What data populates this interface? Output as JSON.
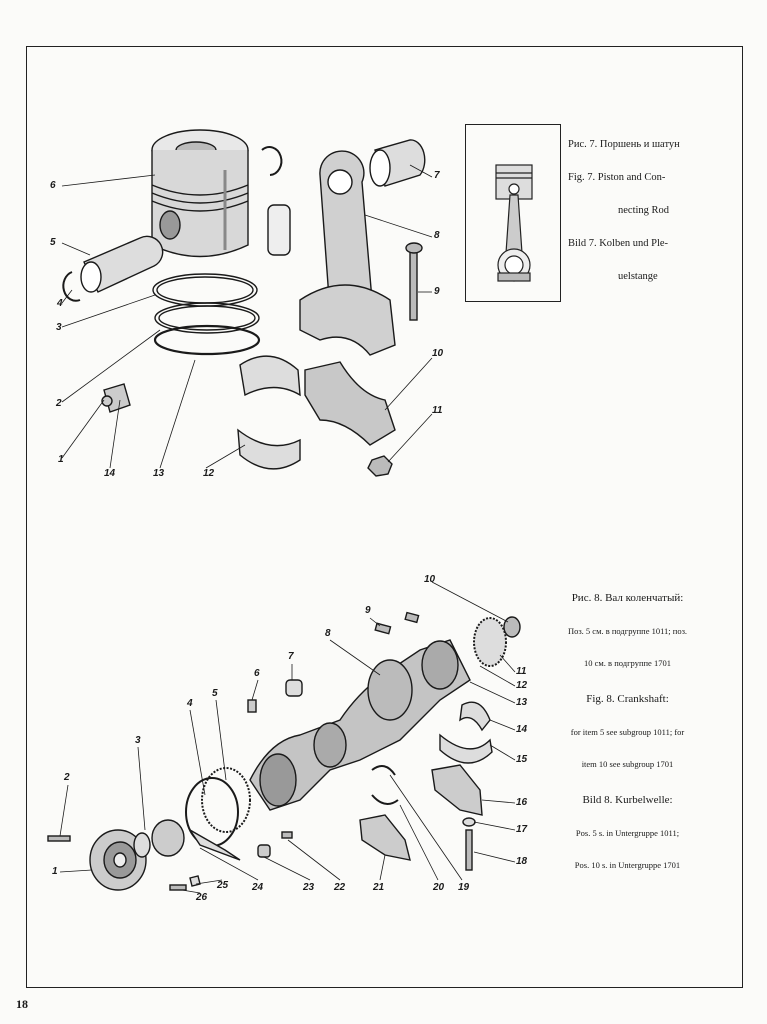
{
  "page_number": "18",
  "figure7": {
    "caption_lines": [
      "Рис. 7. Поршень и шатун",
      "Fig. 7. Piston and Con-",
      "necting Rod",
      "Bild 7. Kolben und Ple-",
      "uelstange"
    ],
    "callouts": [
      "1",
      "2",
      "3",
      "4",
      "5",
      "6",
      "7",
      "8",
      "9",
      "10",
      "11",
      "12",
      "13",
      "14"
    ]
  },
  "figure8": {
    "caption_ru_title": "Рис. 8. Вал коленчатый:",
    "caption_ru_note_1": "Поз. 5 см. в подгруппе 1011; поз.",
    "caption_ru_note_2": "10 см. в подгруппе 1701",
    "caption_en_title": "Fig. 8. Crankshaft:",
    "caption_en_note_1": "for item 5 see subgroup 1011; for",
    "caption_en_note_2": "item 10 see subgroup 1701",
    "caption_de_title": "Bild 8. Kurbelwelle:",
    "caption_de_note_1": "Pos. 5 s. in Untergruppe 1011;",
    "caption_de_note_2": "Pos. 10 s. in Untergruppe 1701",
    "callouts": [
      "1",
      "2",
      "3",
      "4",
      "5",
      "6",
      "7",
      "8",
      "9",
      "10",
      "11",
      "12",
      "13",
      "14",
      "15",
      "16",
      "17",
      "18",
      "19",
      "20",
      "21",
      "22",
      "23",
      "24",
      "25",
      "26"
    ]
  }
}
